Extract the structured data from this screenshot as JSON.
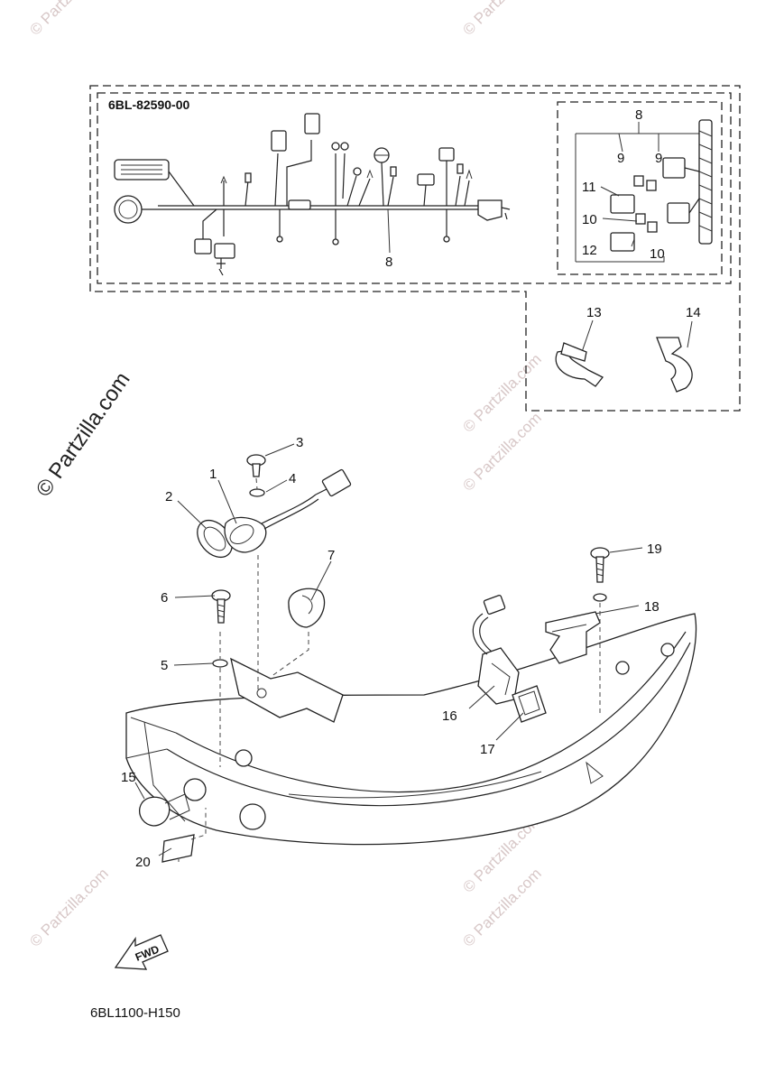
{
  "diagram": {
    "harness_part_code": "6BL-82590-00",
    "diagram_code": "6BL1100-H150",
    "fwd_label": "FWD",
    "watermark_main": "© Partzilla.com",
    "watermark_small": "© Partzilla.com",
    "callouts": {
      "c1": "1",
      "c2": "2",
      "c3": "3",
      "c4": "4",
      "c5": "5",
      "c6": "6",
      "c7": "7",
      "c8a": "8",
      "c8b": "8",
      "c9a": "9",
      "c9b": "9",
      "c10a": "10",
      "c10b": "10",
      "c11": "11",
      "c12": "12",
      "c13": "13",
      "c14": "14",
      "c15": "15",
      "c16": "16",
      "c17": "17",
      "c18": "18",
      "c19": "19",
      "c20": "20"
    }
  }
}
